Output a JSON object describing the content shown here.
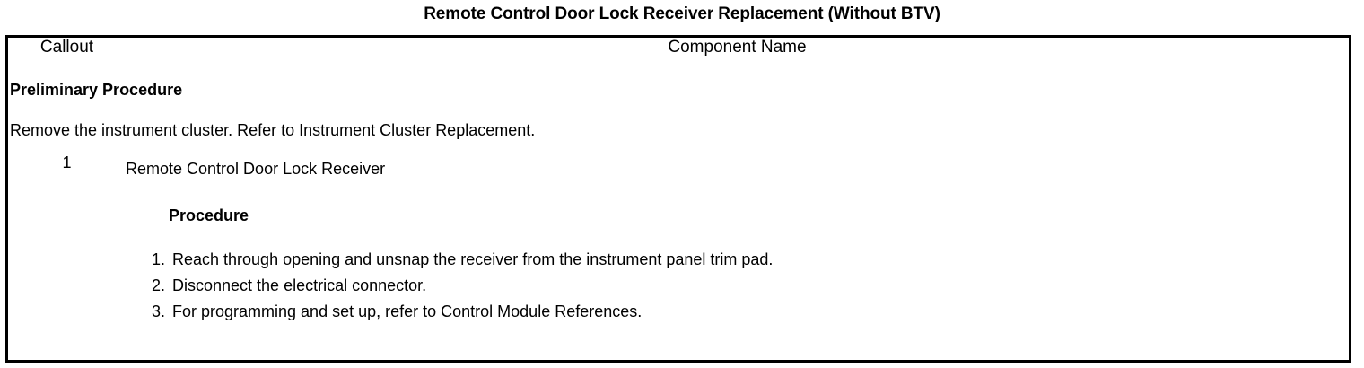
{
  "document": {
    "title": "Remote Control Door Lock Receiver Replacement (Without BTV)"
  },
  "table": {
    "headers": {
      "callout": "Callout",
      "component_name": "Component Name"
    },
    "preliminary": {
      "heading": "Preliminary Procedure",
      "text": "Remove the instrument cluster. Refer to Instrument Cluster Replacement."
    },
    "rows": [
      {
        "callout": "1",
        "component_heading": "Remote Control Door Lock Receiver",
        "procedure_heading": "Procedure",
        "steps": [
          {
            "number": "1.",
            "text": "Reach through opening and unsnap the receiver from the instrument panel trim pad."
          },
          {
            "number": "2.",
            "text": "Disconnect the electrical connector."
          },
          {
            "number": "3.",
            "text": "For programming and set up, refer to Control Module References."
          }
        ]
      }
    ]
  },
  "colors": {
    "border": "#000000",
    "text": "#000000",
    "background": "#ffffff"
  }
}
